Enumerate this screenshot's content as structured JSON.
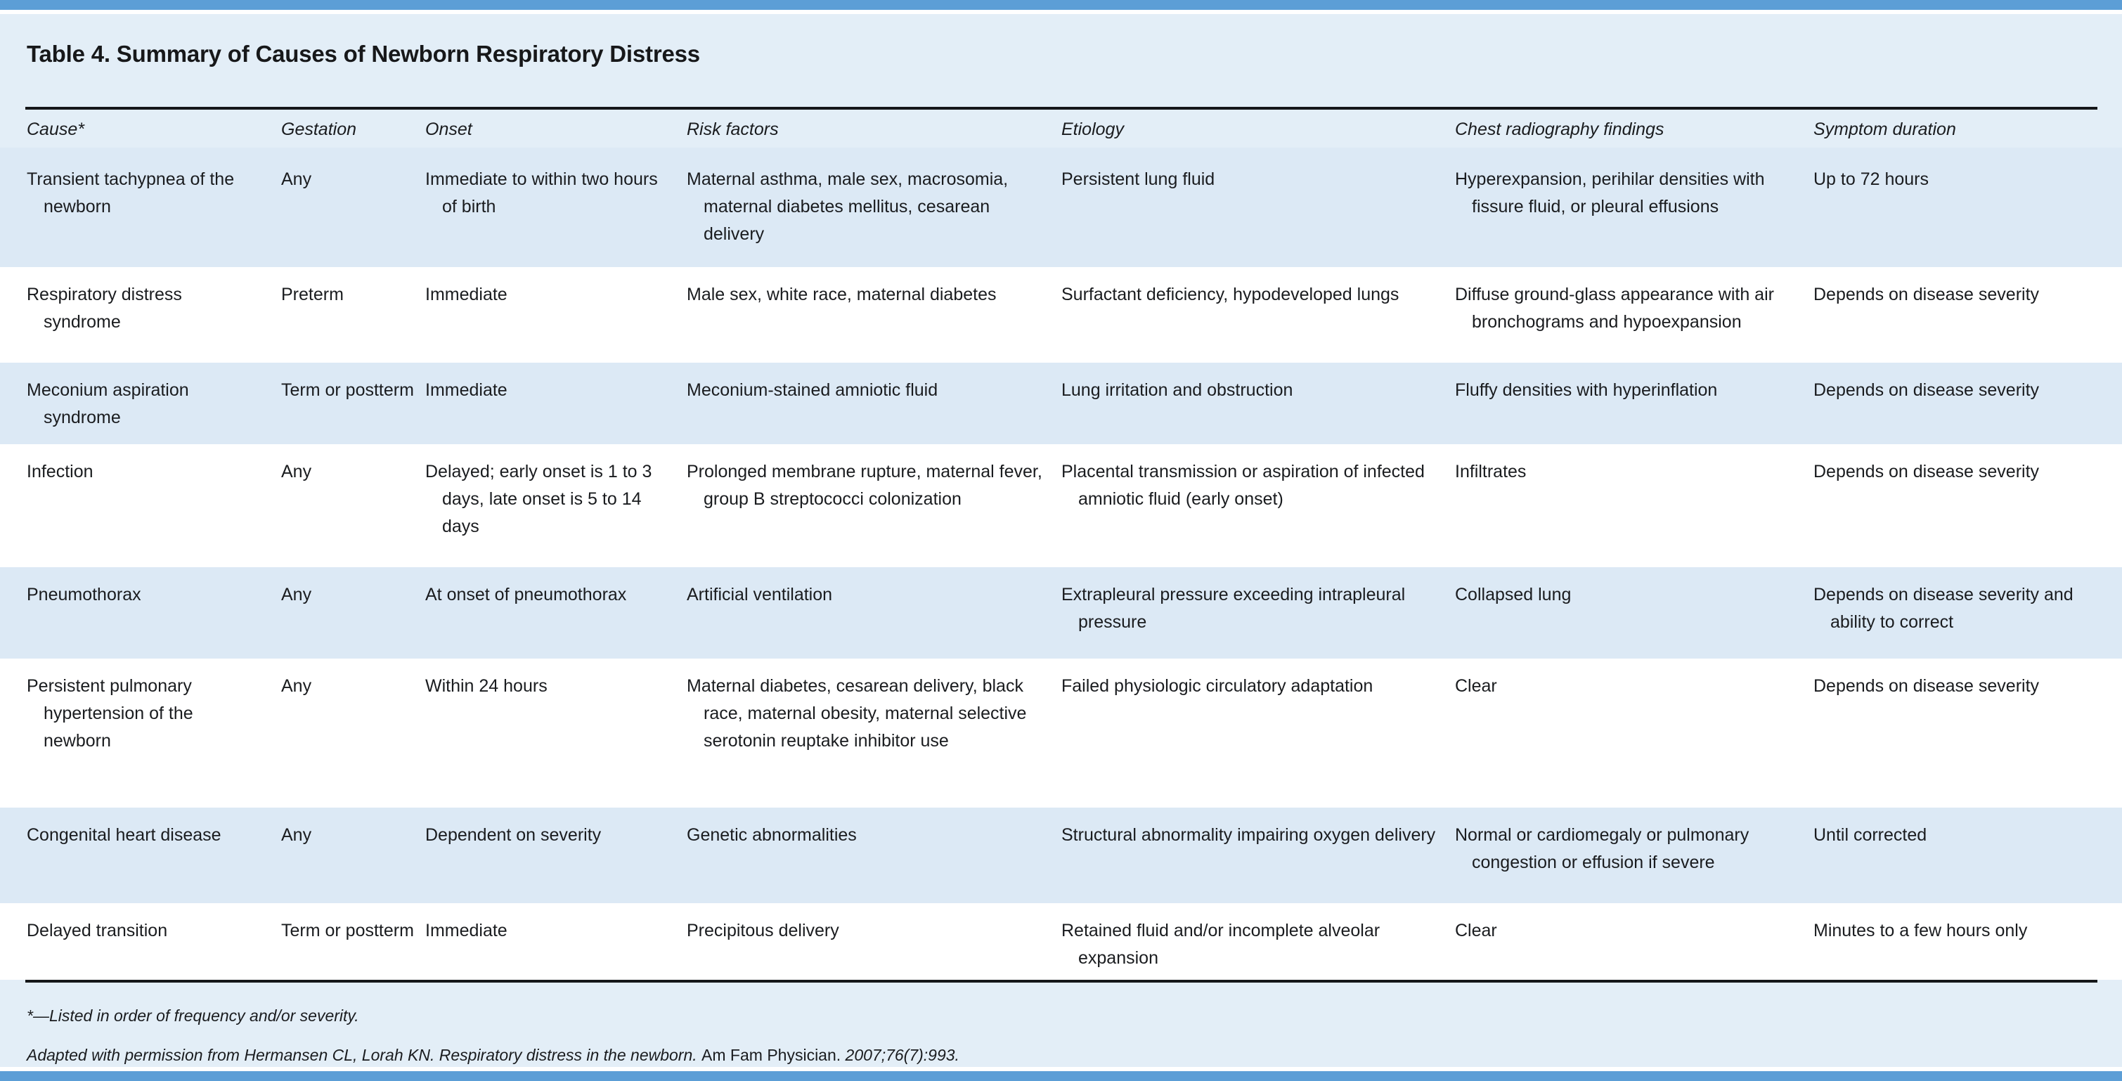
{
  "accent_color": "#5c9ed6",
  "row_shade_color": "#dce9f5",
  "panel_color": "#e3eef7",
  "title": "Table 4. Summary of Causes of Newborn Respiratory Distress",
  "columns": [
    "Cause*",
    "Gestation",
    "Onset",
    "Risk factors",
    "Etiology",
    "Chest radiography findings",
    "Symptom duration"
  ],
  "rows": [
    {
      "cause": "Transient tachypnea of the newborn",
      "gestation": "Any",
      "onset": "Immediate to within two hours of birth",
      "risk_factors": "Maternal asthma, male sex, macrosomia, maternal diabetes mellitus, cesarean delivery",
      "etiology": "Persistent lung fluid",
      "chest_radiography": "Hyperexpansion, perihilar densities with fissure fluid, or pleural effusions",
      "symptom_duration": "Up to 72 hours"
    },
    {
      "cause": "Respiratory distress syndrome",
      "gestation": "Preterm",
      "onset": "Immediate",
      "risk_factors": "Male sex, white race, maternal diabetes",
      "etiology": "Surfactant deficiency, hypodeveloped lungs",
      "chest_radiography": "Diffuse ground-glass appearance with air bronchograms and hypoexpansion",
      "symptom_duration": "Depends on disease severity"
    },
    {
      "cause": "Meconium aspiration syndrome",
      "gestation": "Term or postterm",
      "onset": "Immediate",
      "risk_factors": "Meconium-stained amniotic fluid",
      "etiology": "Lung irritation and obstruction",
      "chest_radiography": "Fluffy densities with hyperinflation",
      "symptom_duration": "Depends on disease severity"
    },
    {
      "cause": "Infection",
      "gestation": "Any",
      "onset": "Delayed; early onset is 1 to 3 days, late onset is 5 to 14 days",
      "risk_factors": "Prolonged membrane rupture, maternal fever, group B streptococci colonization",
      "etiology": "Placental transmission or aspiration of infected amniotic fluid (early onset)",
      "chest_radiography": "Infiltrates",
      "symptom_duration": "Depends on disease severity"
    },
    {
      "cause": "Pneumothorax",
      "gestation": "Any",
      "onset": "At onset of pneumothorax",
      "risk_factors": "Artificial ventilation",
      "etiology": "Extrapleural pressure exceeding intrapleural pressure",
      "chest_radiography": "Collapsed lung",
      "symptom_duration": "Depends on disease severity and ability to correct"
    },
    {
      "cause": "Persistent pulmonary hypertension of the newborn",
      "gestation": "Any",
      "onset": "Within 24 hours",
      "risk_factors": "Maternal diabetes, cesarean delivery, black race, maternal obesity, maternal selective serotonin reuptake inhibitor use",
      "etiology": "Failed physiologic circulatory adaptation",
      "chest_radiography": "Clear",
      "symptom_duration": "Depends on disease severity"
    },
    {
      "cause": "Congenital heart disease",
      "gestation": "Any",
      "onset": "Dependent on severity",
      "risk_factors": "Genetic abnormalities",
      "etiology": "Structural abnormality impairing oxygen delivery",
      "chest_radiography": "Normal or cardiomegaly or pulmonary congestion or effusion if severe",
      "symptom_duration": "Until corrected"
    },
    {
      "cause": "Delayed transition",
      "gestation": "Term or postterm",
      "onset": "Immediate",
      "risk_factors": "Precipitous delivery",
      "etiology": "Retained fluid and/or incomplete alveolar expansion",
      "chest_radiography": "Clear",
      "symptom_duration": "Minutes to a few hours only"
    }
  ],
  "footnotes": {
    "star_note": "*—Listed in order of frequency and/or severity.",
    "source_lead": "Adapted with permission from Hermansen CL, Lorah KN. Respiratory distress in the newborn.",
    "source_journal": "Am Fam Physician.",
    "source_citation": "2007;76(7):993."
  }
}
